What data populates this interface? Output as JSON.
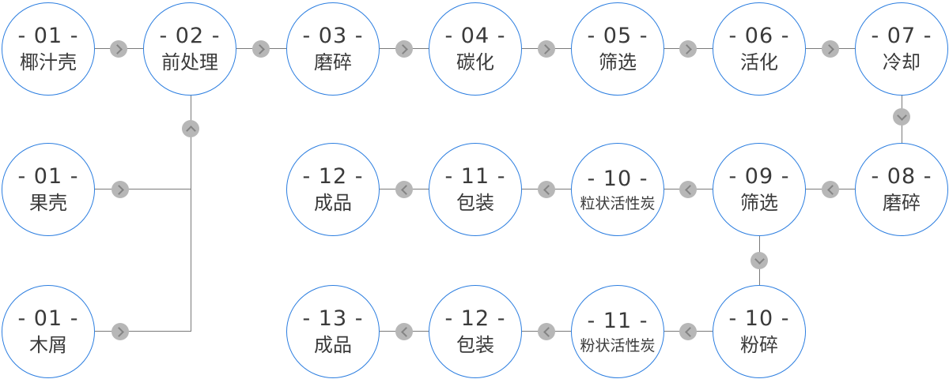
{
  "diagram": {
    "type": "process-flowchart",
    "subject": "activated carbon production process",
    "colors": {
      "node_border": "#2c7ee0",
      "node_fill": "#ffffff",
      "connector": "#7a7a7a",
      "arrow_disc": "#b7b7b7",
      "arrow_glyph": "#848484",
      "text": "#3a3a3a",
      "background": "#ffffff"
    },
    "icons": [
      "arrow-right-icon",
      "arrow-left-icon",
      "arrow-up-icon",
      "arrow-down-icon"
    ]
  },
  "nodes": [
    {
      "num": "- 01 -",
      "label": "椰汁壳"
    },
    {
      "num": "- 02 -",
      "label": "前处理"
    },
    {
      "num": "- 03 -",
      "label": "磨碎"
    },
    {
      "num": "- 04 -",
      "label": "碳化"
    },
    {
      "num": "- 05 -",
      "label": "筛选"
    },
    {
      "num": "- 06 -",
      "label": "活化"
    },
    {
      "num": "- 07 -",
      "label": "冷却"
    },
    {
      "num": "- 01 -",
      "label": "果壳"
    },
    {
      "num": "- 12 -",
      "label": "成品"
    },
    {
      "num": "- 11 -",
      "label": "包装"
    },
    {
      "num": "- 10 -",
      "label": "粒状活性炭"
    },
    {
      "num": "- 09 -",
      "label": "筛选"
    },
    {
      "num": "- 08 -",
      "label": "磨碎"
    },
    {
      "num": "- 01 -",
      "label": "木屑"
    },
    {
      "num": "- 13 -",
      "label": "成品"
    },
    {
      "num": "- 12 -",
      "label": "包装"
    },
    {
      "num": "- 11 -",
      "label": "粉状活性炭"
    },
    {
      "num": "- 10 -",
      "label": "粉碎"
    }
  ]
}
